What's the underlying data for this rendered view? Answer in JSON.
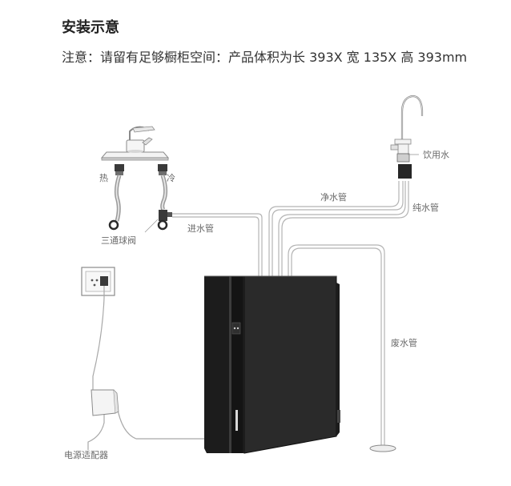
{
  "header": {
    "title": "安装示意",
    "note": "注意：请留有足够橱柜空间：产品体积为长 393X 宽 135X 高 393mm"
  },
  "diagram": {
    "labels": {
      "hot": "热",
      "cold": "冷",
      "three_way_valve": "三通球阀",
      "inlet_pipe": "进水管",
      "clean_water_pipe": "净水管",
      "drinking_water": "饮用水",
      "pure_water_pipe": "纯水管",
      "waste_water_pipe": "废水管",
      "power_adapter": "电源适配器"
    },
    "colors": {
      "line": "#b5b5b5",
      "purifier_body": "#1c1c1c",
      "text": "#333333"
    }
  }
}
